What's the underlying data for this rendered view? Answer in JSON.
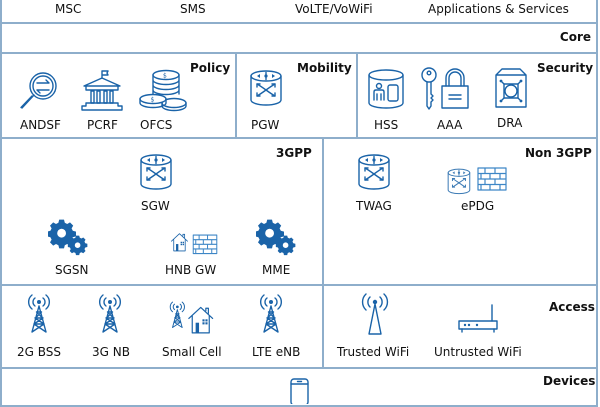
{
  "top_bar": {
    "items": [
      "MSC",
      "SMS",
      "VoLTE/VoWiFi",
      "Applications & Services"
    ]
  },
  "core": {
    "title": "Core",
    "policy": {
      "title": "Policy",
      "nodes": [
        {
          "label": "ANDSF",
          "icon": "magnifier-exchange-icon"
        },
        {
          "label": "PCRF",
          "icon": "government-building-icon"
        },
        {
          "label": "OFCS",
          "icon": "coins-stack-icon"
        }
      ]
    },
    "mobility": {
      "title": "Mobility",
      "nodes": [
        {
          "label": "PGW",
          "icon": "router-cylinder-icon"
        }
      ]
    },
    "security": {
      "title": "Security",
      "nodes": [
        {
          "label": "HSS",
          "icon": "database-user-device-icon"
        },
        {
          "label": "AAA",
          "icon": "key-lock-icon"
        },
        {
          "label": "DRA",
          "icon": "routing-agent-box-icon"
        }
      ]
    }
  },
  "tgpp": {
    "title": "3GPP",
    "nodes": [
      {
        "label": "SGW",
        "icon": "router-cylinder-icon"
      },
      {
        "label": "SGSN",
        "icon": "gears-icon"
      },
      {
        "label": "HNB GW",
        "icon": "house-firewall-icon"
      },
      {
        "label": "MME",
        "icon": "gears-icon"
      }
    ]
  },
  "non_tgpp": {
    "title": "Non 3GPP",
    "nodes": [
      {
        "label": "TWAG",
        "icon": "router-cylinder-icon"
      },
      {
        "label": "ePDG",
        "icon": "router-firewall-icon"
      }
    ]
  },
  "access": {
    "title": "Access",
    "nodes": [
      {
        "label": "2G BSS",
        "icon": "cell-tower-icon"
      },
      {
        "label": "3G NB",
        "icon": "cell-tower-icon"
      },
      {
        "label": "Small Cell",
        "icon": "cell-tower-house-icon"
      },
      {
        "label": "LTE eNB",
        "icon": "cell-tower-icon"
      },
      {
        "label": "Trusted WiFi",
        "icon": "wifi-antenna-icon"
      },
      {
        "label": "Untrusted WiFi",
        "icon": "wifi-router-icon"
      }
    ]
  },
  "devices": {
    "title": "Devices",
    "nodes": [
      {
        "icon": "smartphone-icon"
      }
    ]
  },
  "colors": {
    "border": "#8eaecb",
    "icon": "#1a63a8",
    "icon_light": "#3d86c6"
  }
}
